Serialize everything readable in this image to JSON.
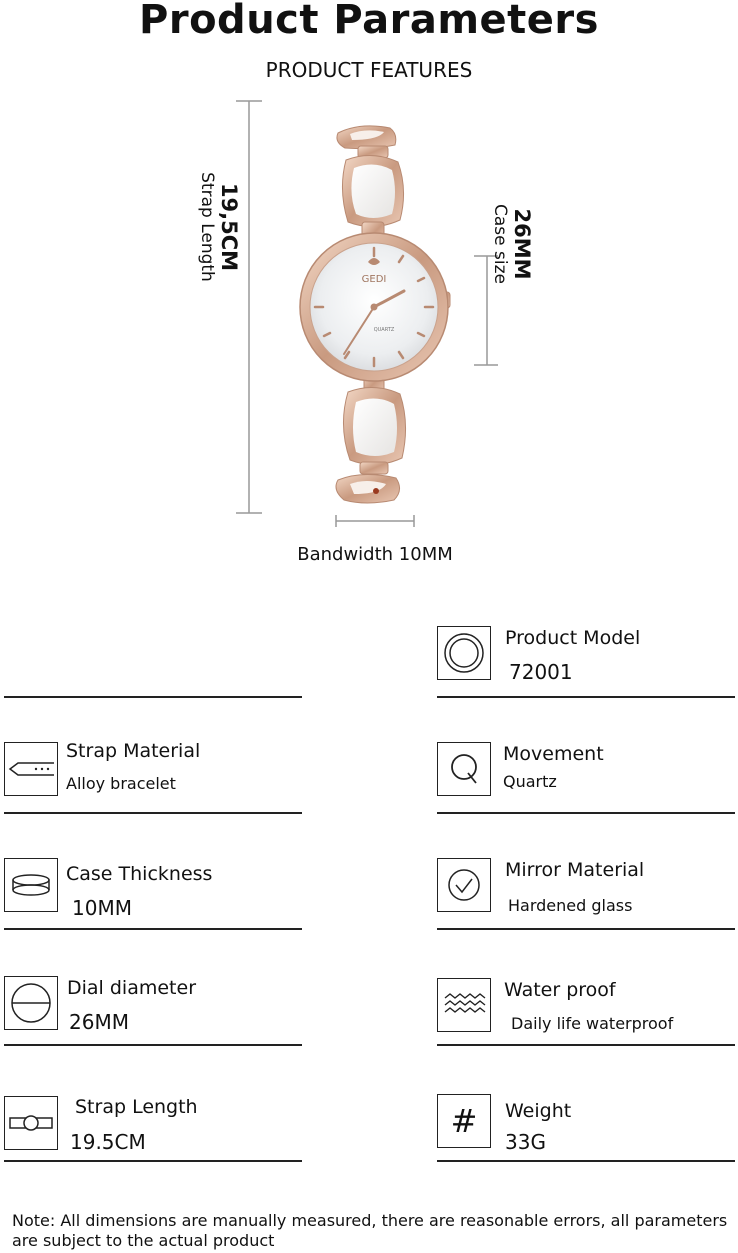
{
  "header": {
    "title": "Product Parameters",
    "subtitle": "PRODUCT FEATURES"
  },
  "diagram": {
    "strap_value": "19,5CM",
    "strap_label": "Strap Length",
    "case_value": "26MM",
    "case_label": "Case size",
    "bandwidth_label": "Bandwidth 10MM",
    "dial_brand": "GEDI",
    "dial_text": "QUARTZ"
  },
  "specs": {
    "product_model": {
      "label": "Product Model",
      "value": "72001",
      "icon": "concentric-circles-icon"
    },
    "strap_material": {
      "label": "Strap Material",
      "value": "Alloy bracelet",
      "icon": "strap-icon"
    },
    "movement": {
      "label": "Movement",
      "value": "Quartz",
      "icon": "q-icon"
    },
    "case_thickness": {
      "label": "Case Thickness",
      "value": "10MM",
      "icon": "case-thickness-icon"
    },
    "mirror_material": {
      "label": "Mirror Material",
      "value": "Hardened glass",
      "icon": "check-circle-icon"
    },
    "dial_diameter": {
      "label": "Dial diameter",
      "value": "26MM",
      "icon": "dial-diameter-icon"
    },
    "water_proof": {
      "label": "Water proof",
      "value": "Daily life waterproof",
      "icon": "waves-icon"
    },
    "strap_length": {
      "label": "Strap Length",
      "value": "19.5CM",
      "icon": "strap-length-icon"
    },
    "weight": {
      "label": "Weight",
      "value": "33G",
      "icon": "hash-icon"
    }
  },
  "footer": {
    "note": "Note: All dimensions are manually measured, there are reasonable errors, all parameters are subject to the actual product"
  }
}
